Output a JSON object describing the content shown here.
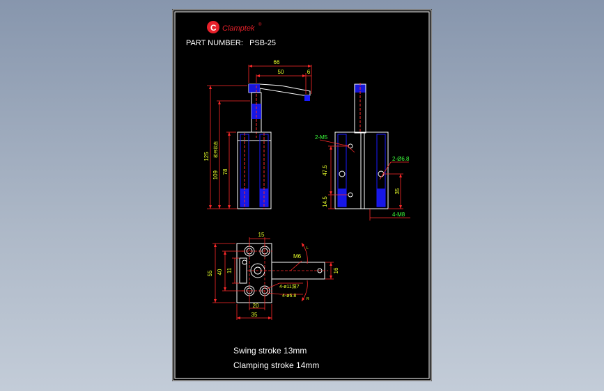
{
  "brand": {
    "logo_letter": "C",
    "name": "Clamptek",
    "mark": "®"
  },
  "part_number": "PART NUMBER:   PSB-25",
  "notes": [
    "Swing stroke 13mm",
    "Clamping stroke 14mm"
  ],
  "colors": {
    "paper": "#000000",
    "outline": "#ffffff",
    "part": "#1a1aff",
    "dimension": "#ff2a2a",
    "dimension_text": "#e8ff2a",
    "callout_text": "#3cff3c",
    "logo": "#e8202a"
  },
  "front_view": {
    "dims": {
      "d66": "66",
      "d50": "50",
      "d6": "6",
      "d125": "125",
      "d109": "109",
      "d109_note": "松开状态",
      "d78": "78"
    }
  },
  "side_view": {
    "dims": {
      "m5": "2-M5",
      "d475": "47.5",
      "d145": "14.5",
      "phi68": "2-Ø6.8",
      "d35": "35",
      "m8": "4-M8"
    }
  },
  "top_view": {
    "dims": {
      "d15": "15",
      "m6": "M6",
      "d55": "55",
      "d40": "40",
      "d11": "11",
      "d16": "16",
      "cbore": "4-ø11深7",
      "hole": "4-ø6.8",
      "d20": "20",
      "d35": "35",
      "arrow_l": "L",
      "arrow_r": "R"
    }
  }
}
